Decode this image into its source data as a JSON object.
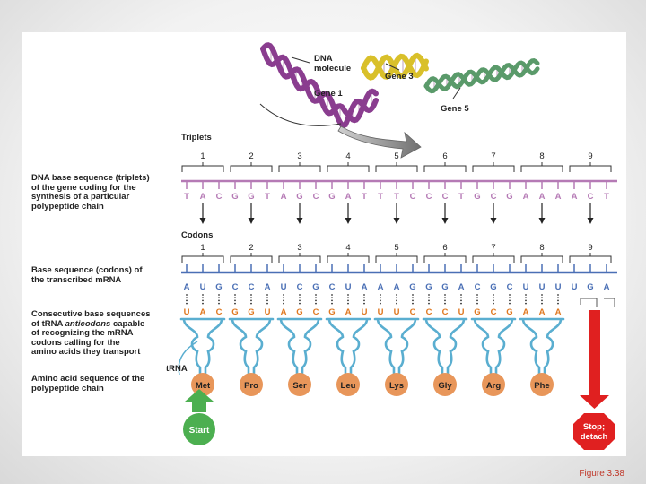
{
  "helix": {
    "title_line1": "DNA",
    "title_line2": "molecule",
    "gene1": "Gene 1",
    "gene3": "Gene 3",
    "gene5": "Gene 5"
  },
  "labels": {
    "triplets": "Triplets",
    "dna_seq": [
      "DNA base sequence (triplets)",
      "of the gene coding for the",
      "synthesis of a particular",
      "polypeptide chain"
    ],
    "codons": "Codons",
    "mrna_seq": [
      "Base sequence (codons) of",
      "the transcribed mRNA"
    ],
    "anticodon": [
      "Consecutive base sequences",
      "of tRNA ",
      "anticodons",
      " capable",
      "of recognizing the mRNA",
      "codons calling for the",
      "amino acids they transport"
    ],
    "trna": "tRNA",
    "amino": [
      "Amino acid sequence of the",
      "polypeptide chain"
    ],
    "start": "Start",
    "stop_line1": "Stop;",
    "stop_line2": "detach"
  },
  "triplet_numbers": [
    "1",
    "2",
    "3",
    "4",
    "5",
    "6",
    "7",
    "8",
    "9"
  ],
  "dna_bases": [
    "T",
    "A",
    "C",
    "G",
    "G",
    "T",
    "A",
    "G",
    "C",
    "G",
    "A",
    "T",
    "T",
    "T",
    "C",
    "C",
    "C",
    "T",
    "G",
    "C",
    "G",
    "A",
    "A",
    "A",
    "A",
    "C",
    "T"
  ],
  "codon_bases": [
    "A",
    "U",
    "G",
    "C",
    "C",
    "A",
    "U",
    "C",
    "G",
    "C",
    "U",
    "A",
    "A",
    "A",
    "G",
    "G",
    "G",
    "A",
    "C",
    "G",
    "C",
    "U",
    "U",
    "U",
    "U",
    "G",
    "A"
  ],
  "anticodon_bases": [
    "U",
    "A",
    "C",
    "G",
    "G",
    "U",
    "A",
    "G",
    "C",
    "G",
    "A",
    "U",
    "U",
    "U",
    "C",
    "C",
    "C",
    "U",
    "G",
    "C",
    "G",
    "A",
    "A",
    "A"
  ],
  "amino_acids": [
    "Met",
    "Pro",
    "Ser",
    "Leu",
    "Lys",
    "Gly",
    "Arg",
    "Phe"
  ],
  "colors": {
    "dna": "#b57ab5",
    "mrna": "#4a6fb5",
    "anticodon": "#e07820",
    "trna": "#5aaed0",
    "amino": "#e8965a",
    "start": "#4caf50",
    "stop": "#e02020",
    "helix_purple": "#8a3d8f",
    "helix_yellow": "#d9c02a",
    "helix_green": "#5a9a6a",
    "arrow_gray": "#8a8a8a"
  },
  "caption": "Figure 3.38"
}
